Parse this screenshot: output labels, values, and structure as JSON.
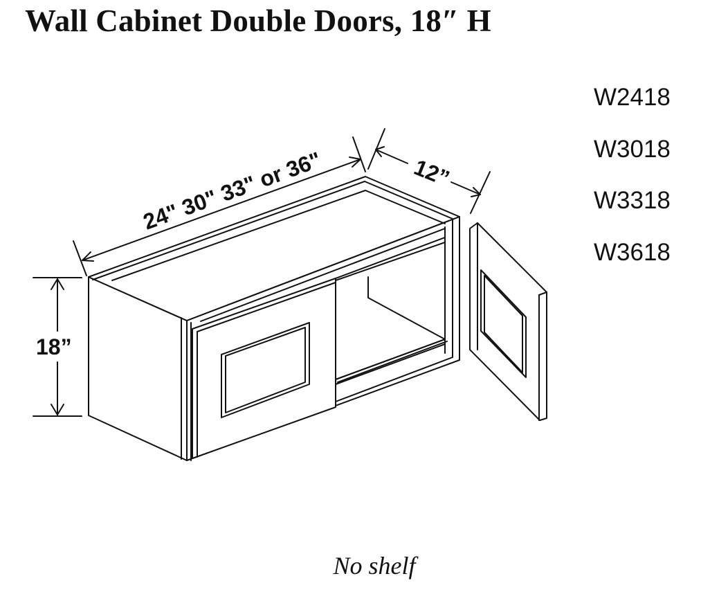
{
  "title": "Wall Cabinet Double Doors, 18″ H",
  "models": [
    "W2418",
    "W3018",
    "W3318",
    "W3618"
  ],
  "dimensions": {
    "width_label": "24\" 30\" 33\" or 36\"",
    "depth_label": "12”",
    "height_label": "18”"
  },
  "note": "No shelf"
}
